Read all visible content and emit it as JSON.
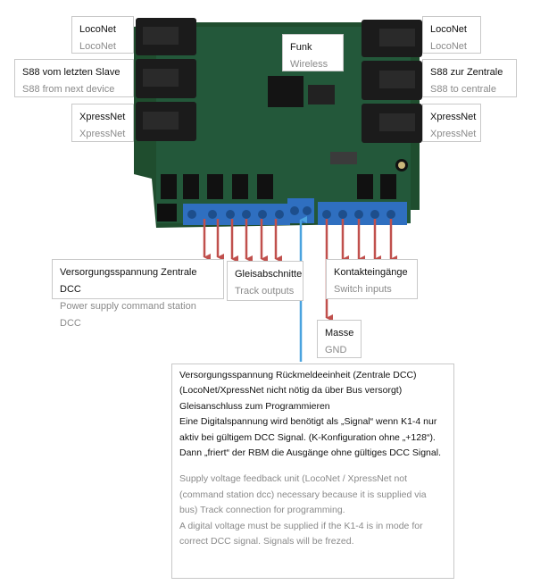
{
  "callouts": {
    "loconet_left": {
      "de": "LocoNet",
      "en": "LocoNet"
    },
    "s88_left": {
      "de": "S88 vom letzten Slave",
      "en": "S88 from next device"
    },
    "xpressnet_left": {
      "de": "XpressNet",
      "en": "XpressNet"
    },
    "funk": {
      "de": "Funk",
      "en": "Wireless"
    },
    "loconet_right": {
      "de": "LocoNet",
      "en": "LocoNet"
    },
    "s88_right": {
      "de": "S88 zur Zentrale",
      "en": "S88 to centrale"
    },
    "xpressnet_right": {
      "de": "XpressNet",
      "en": "XpressNet"
    },
    "power_cs": {
      "de": "Versorgungsspannung Zentrale DCC",
      "en": "Power supply command station DCC"
    },
    "track": {
      "de": "Gleisabschnitte",
      "en": "Track outputs"
    },
    "contacts": {
      "de": "Kontakteingänge",
      "en": "Switch inputs"
    },
    "gnd": {
      "de": "Masse",
      "en": "GND"
    }
  },
  "feedback": {
    "de_lines": [
      "Versorgungsspannung Rückmeldeeinheit  (Zentrale DCC)",
      "(LocoNet/XpressNet nicht nötig da über Bus versorgt)",
      "Gleisanschluss zum Programmieren",
      "Eine Digitalspannung wird benötigt als „Signal“ wenn K1-4 nur",
      "aktiv bei gültigem DCC Signal. (K-Konfiguration ohne „+128“).",
      "Dann „friert“ der RBM die Ausgänge ohne gültiges DCC Signal."
    ],
    "en_lines": [
      "Supply voltage feedback unit (LocoNet / XpressNet not",
      "(command station dcc) necessary because it is supplied via",
      "bus) Track connection for programming.",
      "A digital voltage must be supplied if the K1-4 is in mode for",
      "correct DCC signal. Signals will be frezed."
    ]
  },
  "colors": {
    "board": "#1f4d2e",
    "connector": "#1b1b1b",
    "terminal": "#2f6fc0",
    "arrow_red": "#c0504d",
    "arrow_blue": "#4aa3df"
  }
}
